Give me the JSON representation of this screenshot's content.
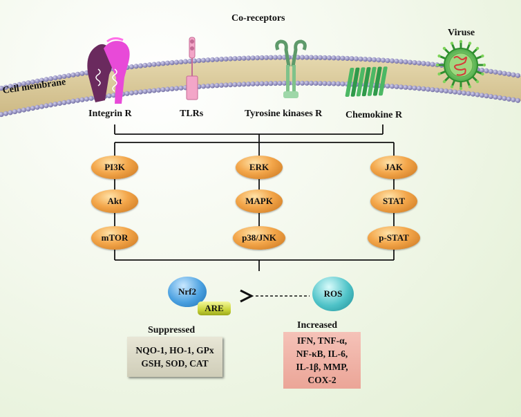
{
  "title": "Co-receptors",
  "membrane_label": "Cell membrane",
  "virus_label": "Viruse",
  "receptors": [
    {
      "label": "Integrin R"
    },
    {
      "label": "TLRs"
    },
    {
      "label": "Tyrosine kinases R"
    },
    {
      "label": "Chemokine R"
    }
  ],
  "pathways": [
    {
      "nodes": [
        "PI3K",
        "Akt",
        "mTOR"
      ]
    },
    {
      "nodes": [
        "ERK",
        "MAPK",
        "p38/JNK"
      ]
    },
    {
      "nodes": [
        "JAK",
        "STAT",
        "p-STAT"
      ]
    }
  ],
  "nrf2": {
    "label": "Nrf2",
    "are_label": "ARE"
  },
  "ros": {
    "label": "ROS"
  },
  "suppressed": {
    "title": "Suppressed",
    "lines": [
      "NQO-1, HO-1, GPx",
      "GSH, SOD, CAT"
    ]
  },
  "increased": {
    "title": "Increased",
    "lines": [
      "IFN, TNF-α,",
      "NF-κB, IL-6,",
      "IL-1β, MMP,",
      "COX-2"
    ]
  },
  "colors": {
    "pathway_node": "#f3a64a",
    "nrf2": "#4aa0e0",
    "are": "#c9d43a",
    "ros": "#4fc3c8",
    "suppressed_box": "#d8d6c4",
    "increased_box": "#f0b4aa",
    "membrane_head": "#8a86b8",
    "membrane_tail": "#d9c99a"
  }
}
